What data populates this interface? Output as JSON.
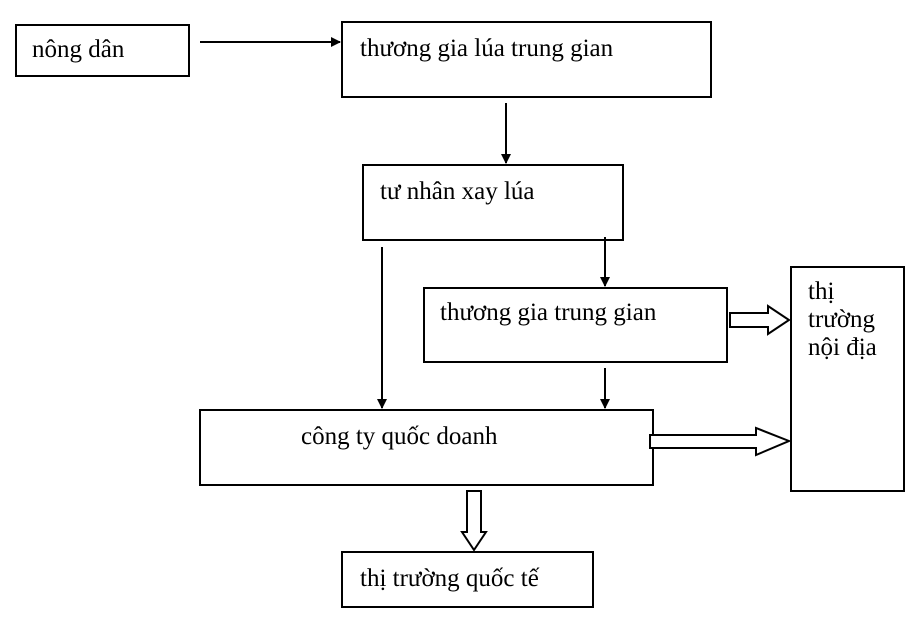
{
  "nodes": {
    "farmer": {
      "label": "nông dân"
    },
    "rice_middleman": {
      "label": "thương gia lúa trung gian"
    },
    "private_miller": {
      "label": "tư nhân xay lúa"
    },
    "middleman_trader": {
      "label": "thương gia trung gian"
    },
    "state_company": {
      "label": "công ty quốc doanh"
    },
    "domestic_market": {
      "label": "thị trường nội địa"
    },
    "international_market": {
      "label": "thị trường quốc tế"
    }
  },
  "edges": [
    {
      "from": "farmer",
      "to": "rice_middleman",
      "style": "solid"
    },
    {
      "from": "rice_middleman",
      "to": "private_miller",
      "style": "solid"
    },
    {
      "from": "private_miller",
      "to": "middleman_trader",
      "style": "solid"
    },
    {
      "from": "private_miller",
      "to": "state_company",
      "style": "solid"
    },
    {
      "from": "middleman_trader",
      "to": "state_company",
      "style": "solid"
    },
    {
      "from": "middleman_trader",
      "to": "domestic_market",
      "style": "hollow"
    },
    {
      "from": "state_company",
      "to": "domestic_market",
      "style": "hollow"
    },
    {
      "from": "state_company",
      "to": "international_market",
      "style": "hollow"
    }
  ]
}
